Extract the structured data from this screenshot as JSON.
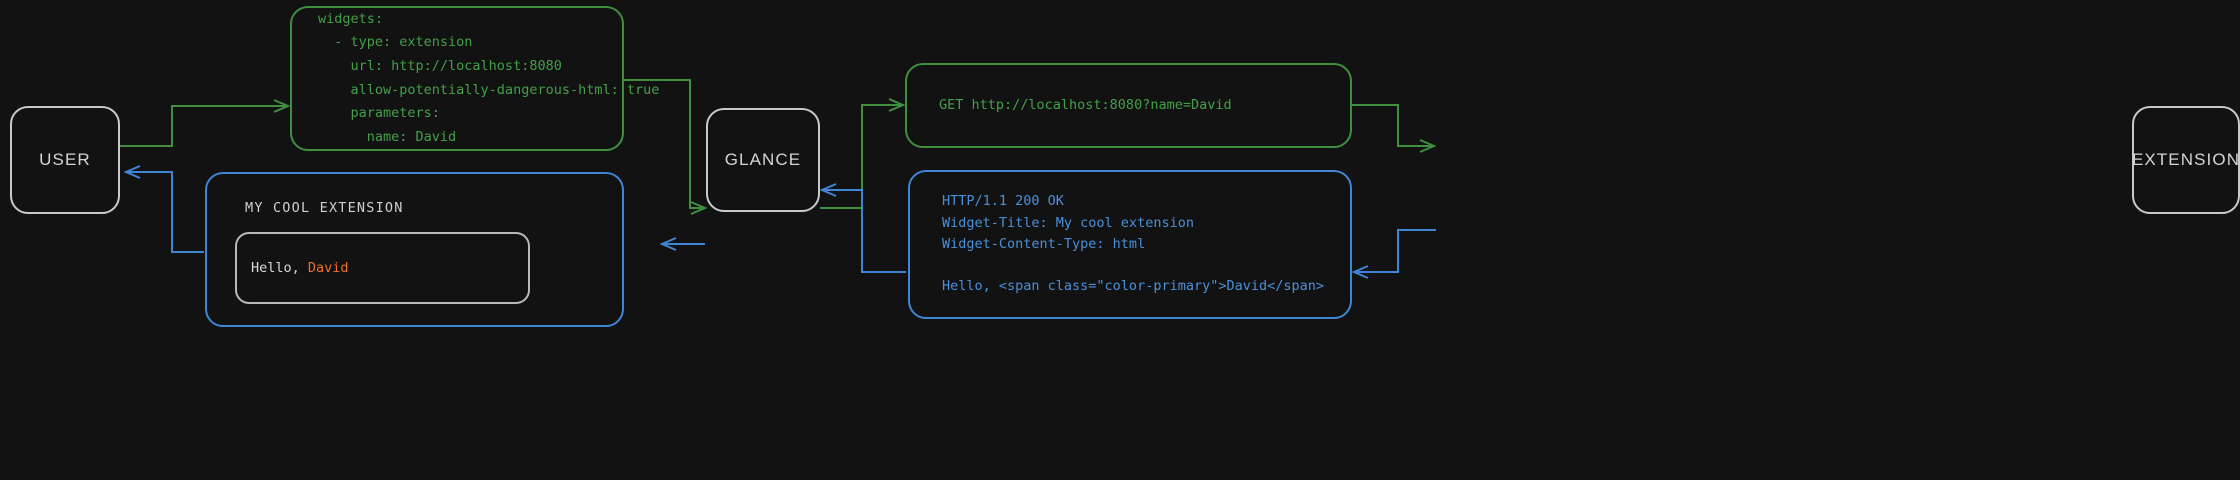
{
  "theme": {
    "background": "#121212",
    "node_border": "#c9c9c9",
    "node_text": "#d4d4d4",
    "request_color": "#43a047",
    "response_color": "#4a90d9",
    "accent_color": "#e8702a",
    "widget_border": "#b9b9b9",
    "widget_text": "#d9d9d9"
  },
  "nodes": {
    "user": {
      "label": "USER"
    },
    "glance": {
      "label": "GLANCE"
    },
    "extension": {
      "label": "EXTENSION"
    }
  },
  "messages": {
    "config_yaml": {
      "color": "#43a047",
      "lines": [
        "widgets:",
        "  - type: extension",
        "    url: http://localhost:8080",
        "    allow-potentially-dangerous-html: true",
        "    parameters:",
        "      name: David"
      ],
      "text": "widgets:\n  - type: extension\n    url: http://localhost:8080\n    allow-potentially-dangerous-html: true\n    parameters:\n      name: David"
    },
    "http_request": {
      "color": "#43a047",
      "lines": [
        "GET http://localhost:8080?name=David"
      ],
      "text": "GET http://localhost:8080?name=David"
    },
    "http_response": {
      "color": "#4a90d9",
      "lines": [
        "HTTP/1.1 200 OK",
        "Widget-Title: My cool extension",
        "Widget-Content-Type: html",
        "",
        "Hello, <span class=\"color-primary\">David</span>"
      ],
      "text": "HTTP/1.1 200 OK\nWidget-Title: My cool extension\nWidget-Content-Type: html\n\nHello, <span class=\"color-primary\">David</span>"
    },
    "rendered_widget": {
      "color": "#4a90d9",
      "title": "MY COOL EXTENSION",
      "greeting_prefix": "Hello, ",
      "greeting_name": "David"
    }
  },
  "arrows": [
    {
      "name": "user-to-config",
      "color": "#43a047",
      "direction": "right"
    },
    {
      "name": "config-to-glance",
      "color": "#43a047",
      "direction": "right"
    },
    {
      "name": "glance-to-request",
      "color": "#43a047",
      "direction": "right"
    },
    {
      "name": "request-to-extension",
      "color": "#43a047",
      "direction": "right"
    },
    {
      "name": "extension-to-response",
      "color": "#4a90d9",
      "direction": "left"
    },
    {
      "name": "response-to-glance",
      "color": "#4a90d9",
      "direction": "left"
    },
    {
      "name": "glance-to-widget",
      "color": "#4a90d9",
      "direction": "left"
    },
    {
      "name": "widget-to-user",
      "color": "#4a90d9",
      "direction": "left"
    }
  ]
}
